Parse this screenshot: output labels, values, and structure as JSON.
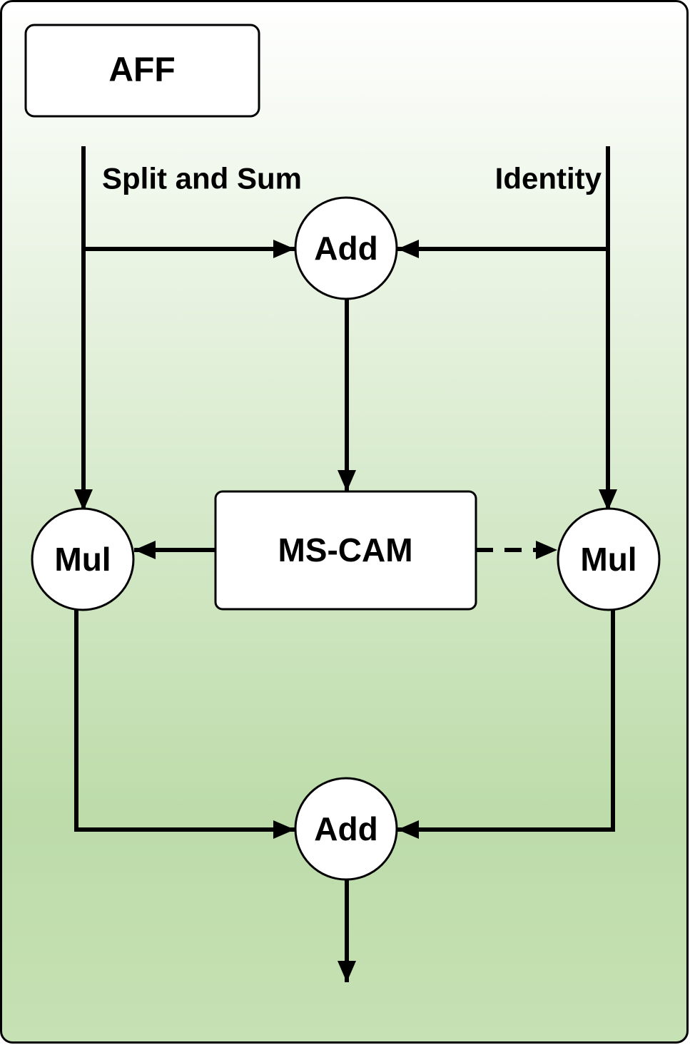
{
  "diagram": {
    "title": "AFF",
    "branches": {
      "left": "Split and Sum",
      "right": "Identity"
    },
    "nodes": {
      "add_top": "Add",
      "ms_cam": "MS-CAM",
      "mul_left": "Mul",
      "mul_right": "Mul",
      "add_bottom": "Add"
    },
    "colors": {
      "background_top": "#ffffff",
      "background_bottom": "#bddcaa",
      "stroke": "#000000",
      "node_fill": "#ffffff"
    }
  }
}
